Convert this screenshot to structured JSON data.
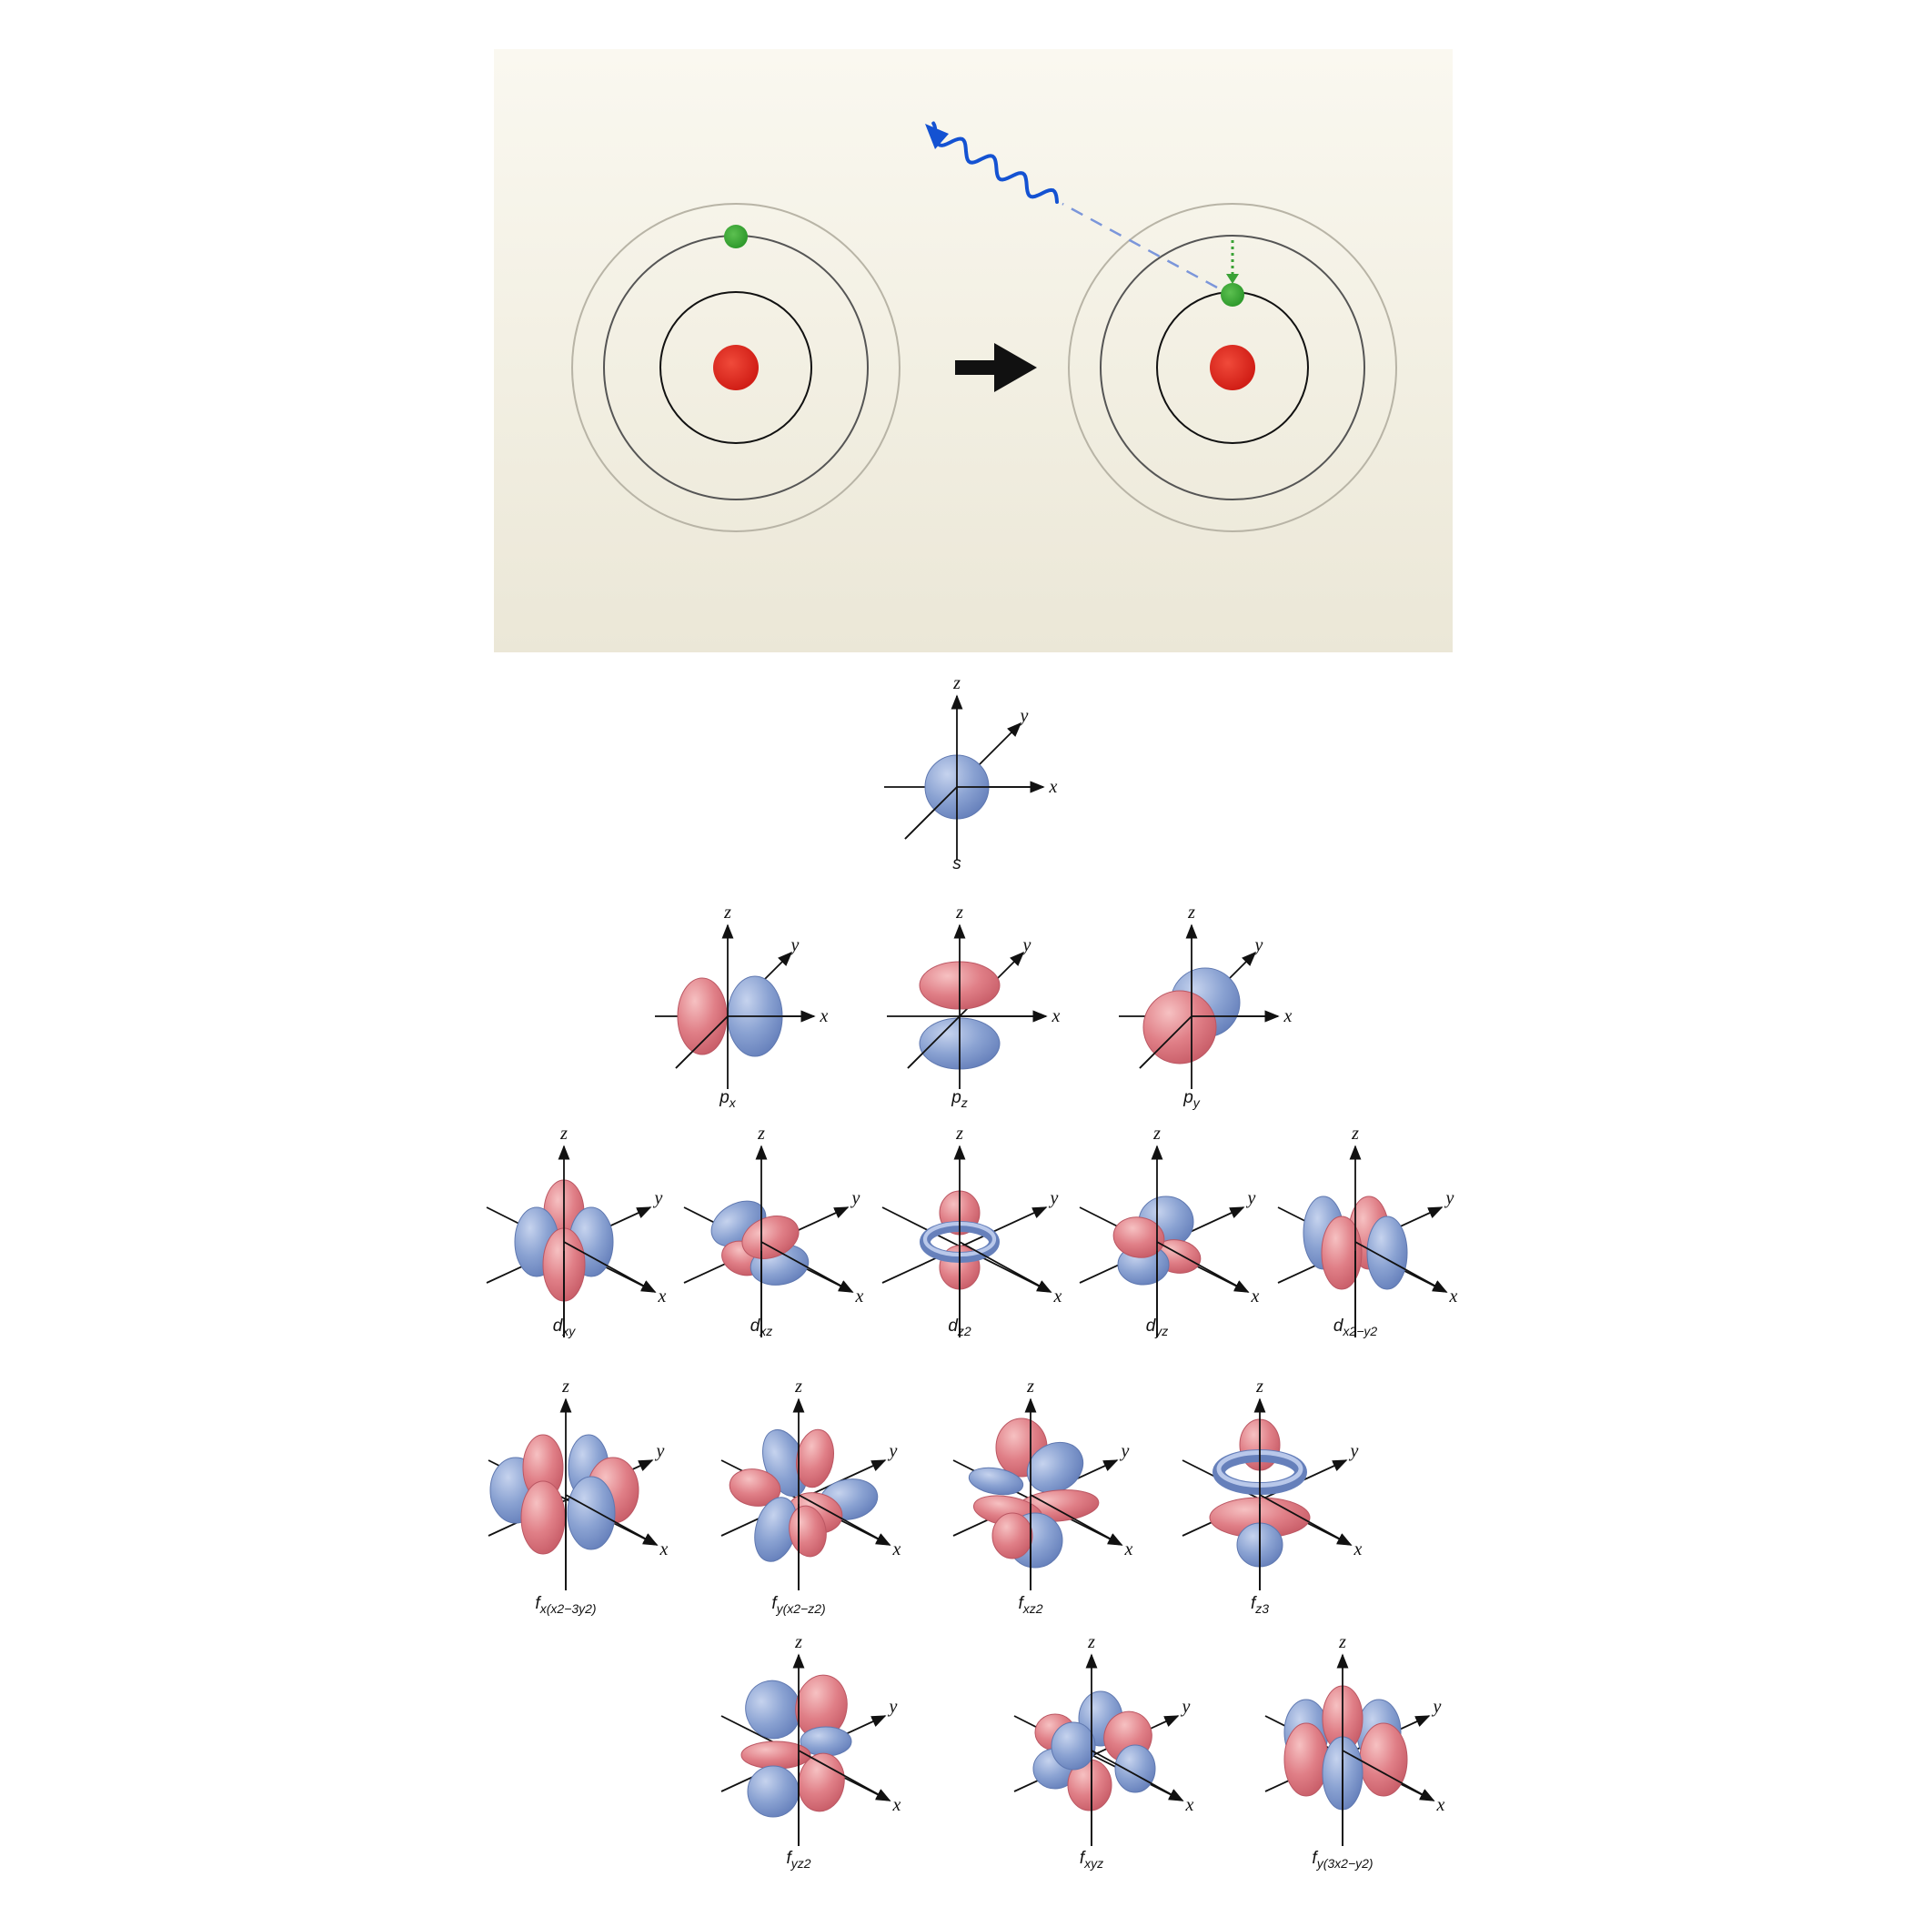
{
  "emission": {
    "colors": {
      "nucleus": "#e0281e",
      "electron": "#3aa236",
      "photon": "#1452d2",
      "orbit": "#111111"
    }
  },
  "axes": {
    "x": "x",
    "y": "y",
    "z": "z"
  },
  "colors": {
    "positive_lobe": "#d9707a",
    "negative_lobe": "#7f98c8"
  },
  "orbitals": [
    {
      "id": "s",
      "letter": "s",
      "sub": ""
    },
    {
      "id": "px",
      "letter": "p",
      "sub": "x"
    },
    {
      "id": "pz",
      "letter": "p",
      "sub": "z"
    },
    {
      "id": "py",
      "letter": "p",
      "sub": "y"
    },
    {
      "id": "dxy",
      "letter": "d",
      "sub": "xy"
    },
    {
      "id": "dxz",
      "letter": "d",
      "sub": "xz"
    },
    {
      "id": "dz2",
      "letter": "d",
      "sub": "z2"
    },
    {
      "id": "dyz",
      "letter": "d",
      "sub": "yz"
    },
    {
      "id": "dx2y2",
      "letter": "d",
      "sub": "x2−y2"
    },
    {
      "id": "fx",
      "letter": "f",
      "sub": "x(x2−3y2)"
    },
    {
      "id": "fy",
      "letter": "f",
      "sub": "y(x2−z2)"
    },
    {
      "id": "fxz2",
      "letter": "f",
      "sub": "xz2"
    },
    {
      "id": "fz3",
      "letter": "f",
      "sub": "z3"
    },
    {
      "id": "fyz2",
      "letter": "f",
      "sub": "yz2"
    },
    {
      "id": "fxyz",
      "letter": "f",
      "sub": "xyz"
    },
    {
      "id": "fy3x2",
      "letter": "f",
      "sub": "y(3x2−y2)"
    }
  ]
}
